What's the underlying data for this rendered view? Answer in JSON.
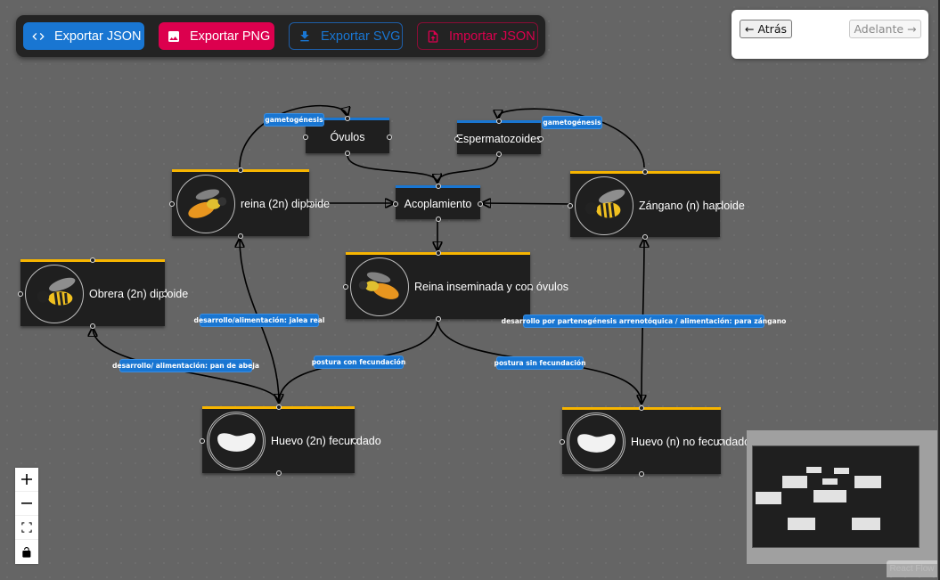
{
  "toolbar": {
    "export_json": {
      "label": "Exportar JSON",
      "icon": "code-icon"
    },
    "export_png": {
      "label": "Exportar PNG",
      "icon": "image-icon"
    },
    "export_svg": {
      "label": "Exportar SVG",
      "icon": "download-icon"
    },
    "import_json": {
      "label": "Importar JSON",
      "icon": "file-upload-icon"
    }
  },
  "history": {
    "back": "← Atrás",
    "forward": "Adelante →"
  },
  "nodes": {
    "ovulos": {
      "label": "Óvulos"
    },
    "espermatozoides": {
      "label": "Espermatozoides"
    },
    "acoplamiento": {
      "label": "Acoplamiento"
    },
    "reina": {
      "label": "reina (2n) diploide",
      "image": "queen-bee"
    },
    "zangano": {
      "label": "Zángano (n) haploide",
      "image": "drone-bee"
    },
    "obrera": {
      "label": "Obrera (2n) diploide",
      "image": "worker-bee"
    },
    "reina_inseminada": {
      "label": "Reina inseminada y con óvulos",
      "image": "queen-bee"
    },
    "huevo_fecundado": {
      "label": "Huevo (2n) fecundado",
      "image": "egg"
    },
    "huevo_no_fecundado": {
      "label": "Huevo (n) no fecundado",
      "image": "egg"
    }
  },
  "edge_labels": {
    "gametogenesis_left": "gametogénesis",
    "gametogenesis_right": "gametogénesis",
    "jalea_real": "desarrollo/alimentación: jalea real",
    "pan_abeja": "desarrollo/ alimentación: pan de abeja",
    "con_fecundacion": "postura con fecundación",
    "sin_fecundacion": "postura sin fecundación",
    "partenogenesis": "desarrollo por partenogénesis arrenotóquica / alimentación: para zángano"
  },
  "controls": {
    "zoom_in": "plus-icon",
    "zoom_out": "minus-icon",
    "fit_view": "fit-view-icon",
    "lock": "lock-open-icon"
  },
  "attribution": "React Flow",
  "colors": {
    "primary": "#1976d2",
    "secondary": "#dc004e",
    "node_accent_gold": "#f7b500",
    "node_bg": "#1f1f1f",
    "canvas_bg": "#656565"
  }
}
